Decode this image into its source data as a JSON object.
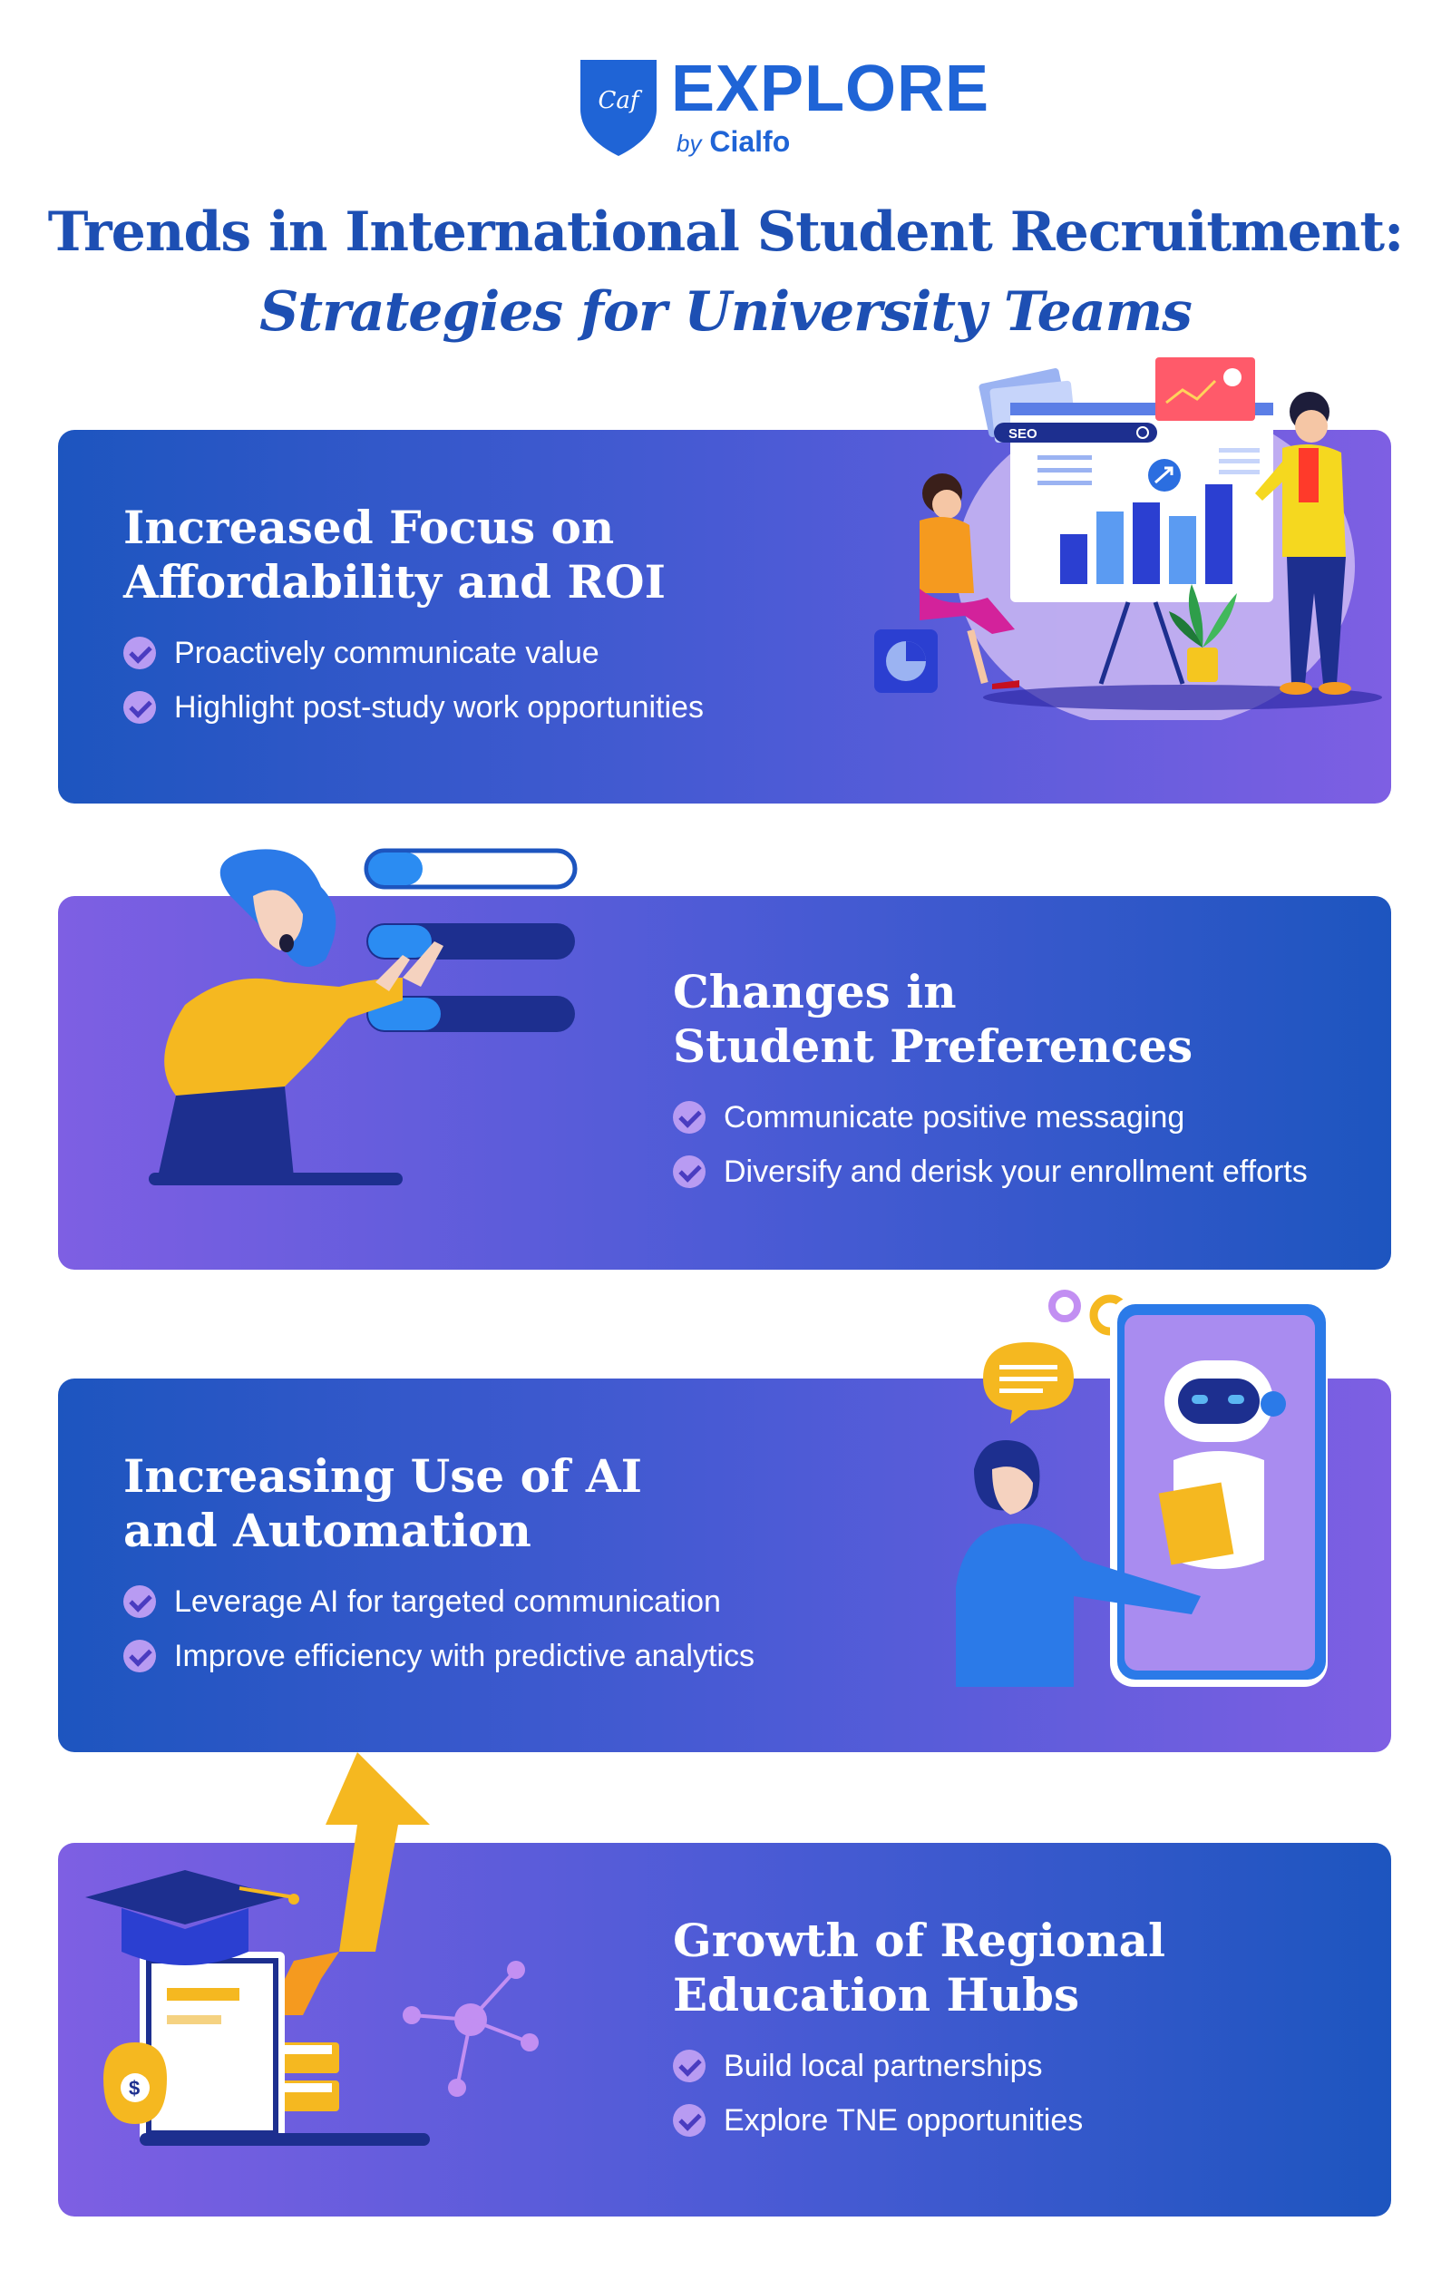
{
  "logo": {
    "script": "Caf",
    "word": "EXPLORE",
    "by": "by",
    "brand": "Cialfo"
  },
  "title": {
    "line1": "Trends in International Student Recruitment:",
    "line2": "Strategies for University Teams"
  },
  "colors": {
    "brand_blue": "#1f64d6",
    "title_blue": "#1d4fb3",
    "card_blue": "#1d55bf",
    "card_purple": "#7e5fe3",
    "check_fill": "#b89bf2",
    "accent_yellow": "#f5b820"
  },
  "sections": [
    {
      "title": "Increased Focus on\nAffordability and ROI",
      "bullets": [
        "Proactively communicate value",
        "Highlight post-study work opportunities"
      ],
      "illustration_label": "SEO",
      "icon": "presentation-chart-icon"
    },
    {
      "title": "Changes in\nStudent Preferences",
      "bullets": [
        "Communicate positive messaging",
        "Diversify and derisk your enrollment efforts"
      ],
      "icon": "person-choosing-options-icon"
    },
    {
      "title": "Increasing Use of AI\nand Automation",
      "bullets": [
        "Leverage AI for targeted communication",
        "Improve efficiency with predictive analytics"
      ],
      "icon": "ai-robot-phone-icon"
    },
    {
      "title": "Growth of Regional\nEducation Hubs",
      "bullets": [
        "Build local partnerships",
        "Explore TNE opportunities"
      ],
      "icon": "graduation-growth-icon"
    }
  ]
}
